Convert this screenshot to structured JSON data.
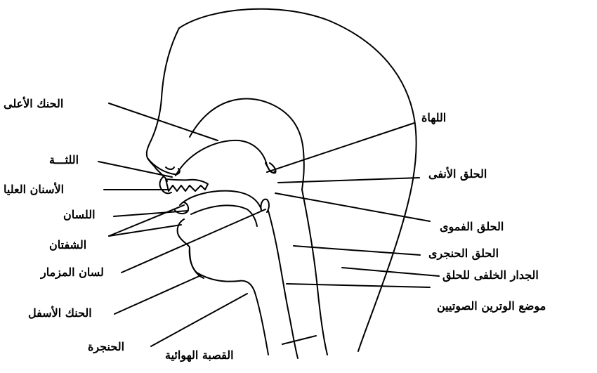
{
  "labels": {
    "hard_palate": "الحنك الأعلى",
    "gums": "اللثـــة",
    "upper_teeth": "الأسنان العليا",
    "tongue": "اللسان",
    "lips": "الشفتان",
    "epiglottis": "لسان المزمار",
    "lower_jaw": "الحنك الأسفل",
    "larynx": "الحنجرة",
    "trachea": "القصبة الهوائية",
    "uvula": "اللهاة",
    "nasal_pharynx": "الحلق الأنفى",
    "oral_pharynx": "الحلق الفموى",
    "laryngeal_pharynx": "الحلق الحنجرى",
    "posterior_wall": "الجدار الخلفى للحلق",
    "vocal_cords_position": "موضع الوترين الصوتيين"
  }
}
